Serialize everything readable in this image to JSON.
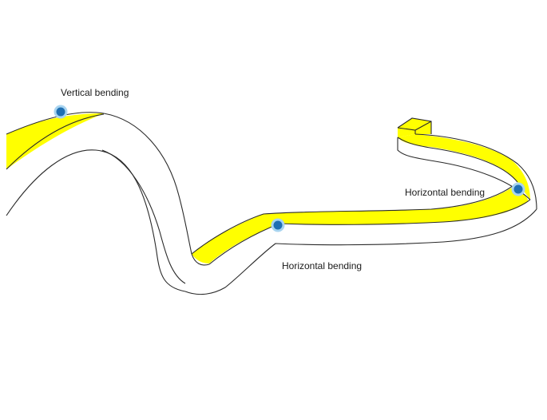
{
  "labels": {
    "vertical_bending": "Vertical bending",
    "horizontal_bending_right": "Horizontal bending",
    "horizontal_bending_bottom": "Horizontal bending"
  },
  "colors": {
    "led_yellow": "#ffff00",
    "strip_outline": "#2a2a2a",
    "marker_fill": "#1f6fb2",
    "marker_halo": "#a8d4f0",
    "background": "#ffffff"
  },
  "icons": {
    "bending_point_marker": "blue-dot-icon"
  }
}
